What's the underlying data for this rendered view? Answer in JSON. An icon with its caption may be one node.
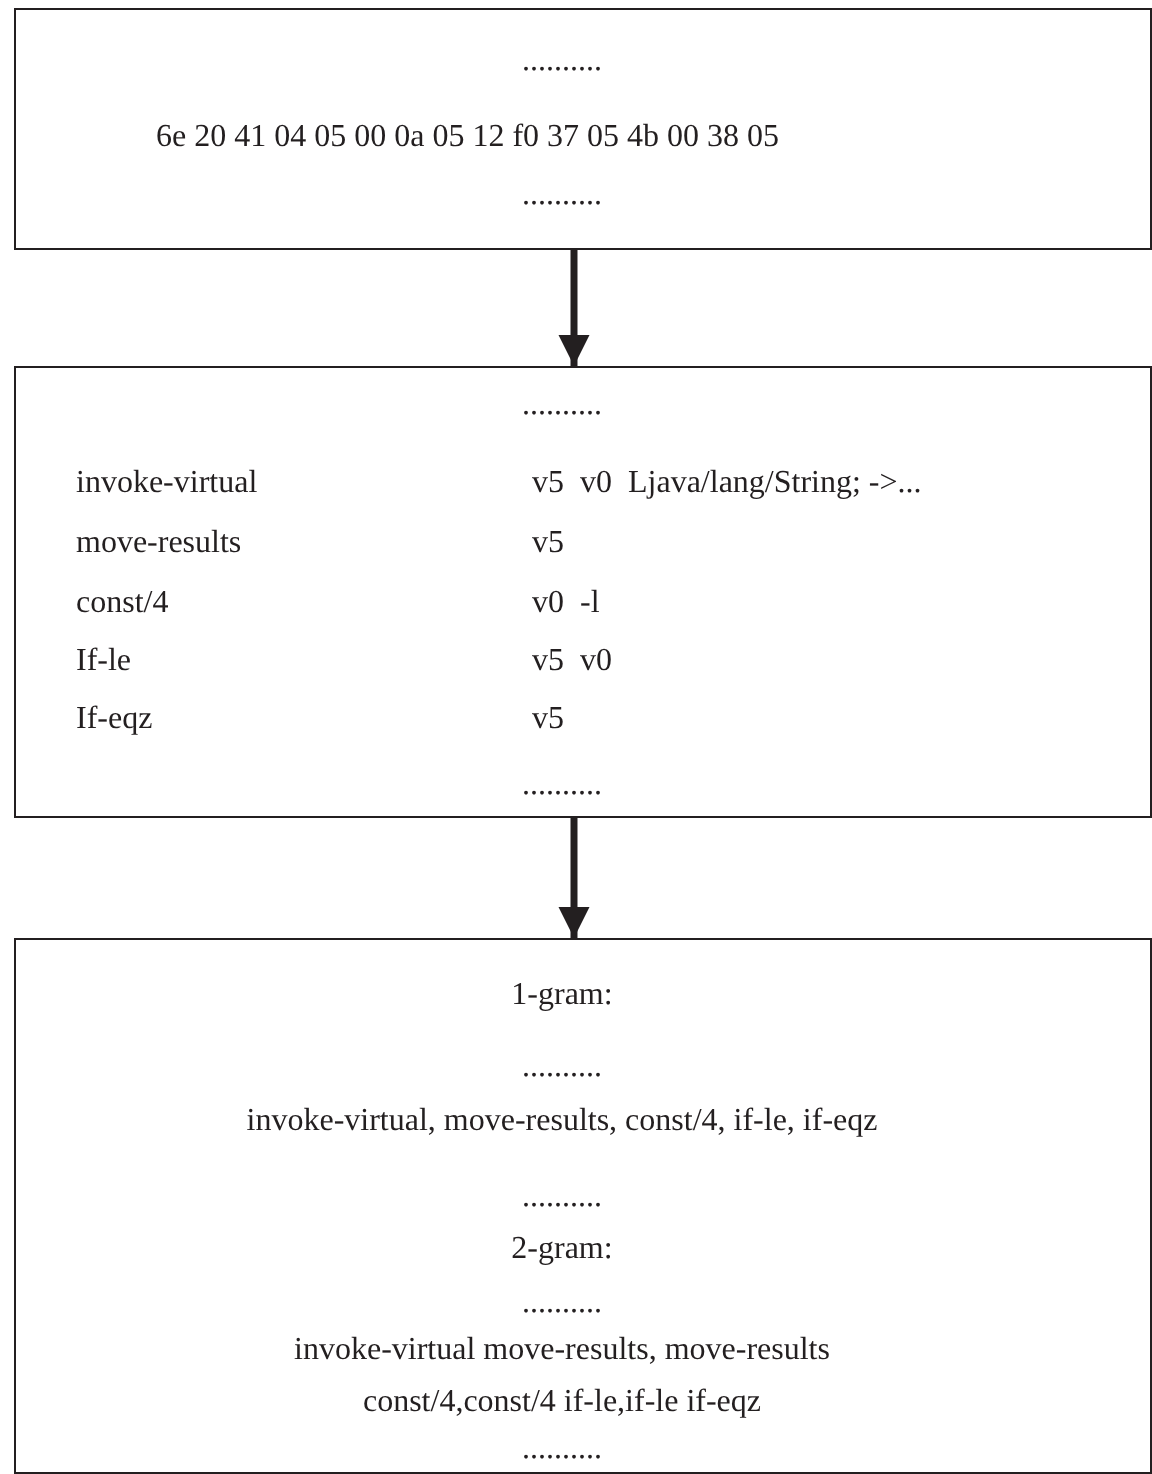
{
  "diagram": {
    "nodes": [
      {
        "text": [
          "..........",
          "6e 20 41 04 05 00 0a 05 12 f0 37 05 4b 00 38 05",
          ".........."
        ]
      },
      {
        "text": [
          "..........",
          "invoke-virtual",
          "v5  v0  Ljava/lang/String; ->...",
          "move-results",
          "v5",
          "const/4",
          "v0  -l",
          "If-le",
          "v5  v0",
          "If-eqz",
          "v5",
          ".........."
        ]
      },
      {
        "text": [
          "1-gram:",
          "..........",
          "invoke-virtual, move-results, const/4, if-le, if-eqz",
          "..........",
          "2-gram:",
          "..........",
          "invoke-virtual move-results, move-results const/4,const/4 if-le,if-le if-eqz",
          ".........."
        ]
      }
    ],
    "edges": [
      {
        "from": 0,
        "to": 1,
        "arrow": "to"
      },
      {
        "from": 1,
        "to": 2,
        "arrow": "to"
      }
    ]
  }
}
